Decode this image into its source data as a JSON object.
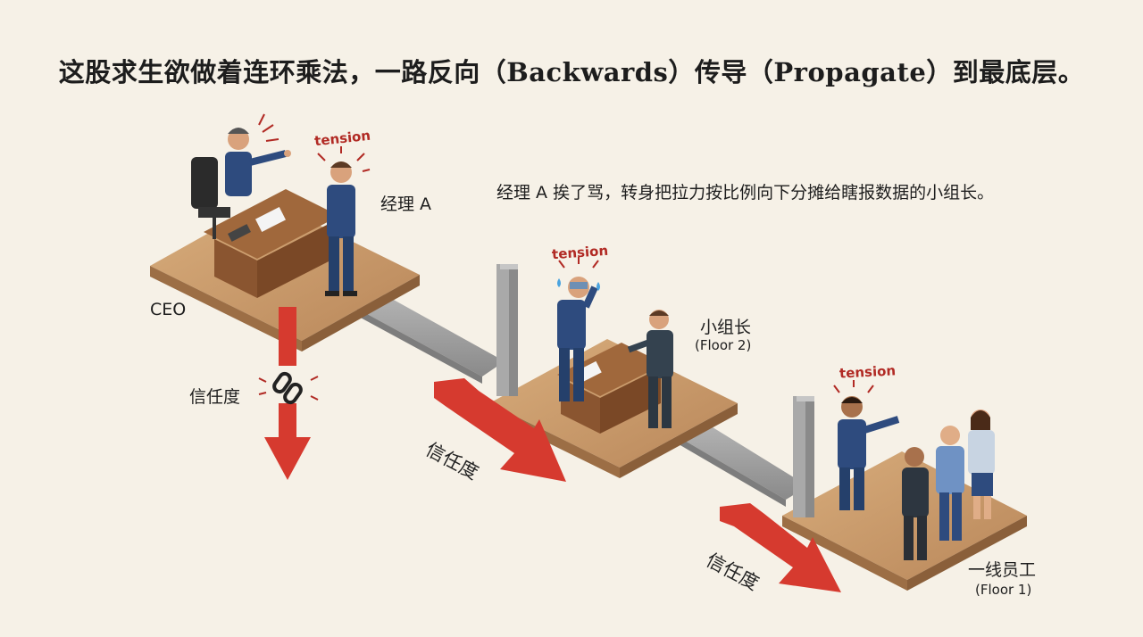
{
  "title": "这股求生欲做着连环乘法，一路反向（Backwards）传导（Propagate）到最底层。",
  "caption": "经理 A 挨了骂，转身把拉力按比例向下分摊给瞎报数据的小组长。",
  "labels": {
    "manager": "经理 A",
    "ceo": "CEO",
    "team_lead": "小组长",
    "team_lead_floor": "(Floor 2)",
    "staff": "一线员工",
    "staff_floor": "(Floor 1)",
    "trust_1": "信任度",
    "trust_2": "信任度",
    "trust_3": "信任度"
  },
  "tension": {
    "t1": "tension",
    "t2": "tension",
    "t3": "tension"
  },
  "colors": {
    "background": "#f6f1e7",
    "arrow_red": "#d63a2f",
    "floor_wood": "#c89a6a",
    "suit_blue": "#2e4b7e",
    "beam_gray": "#9a9a9a"
  }
}
